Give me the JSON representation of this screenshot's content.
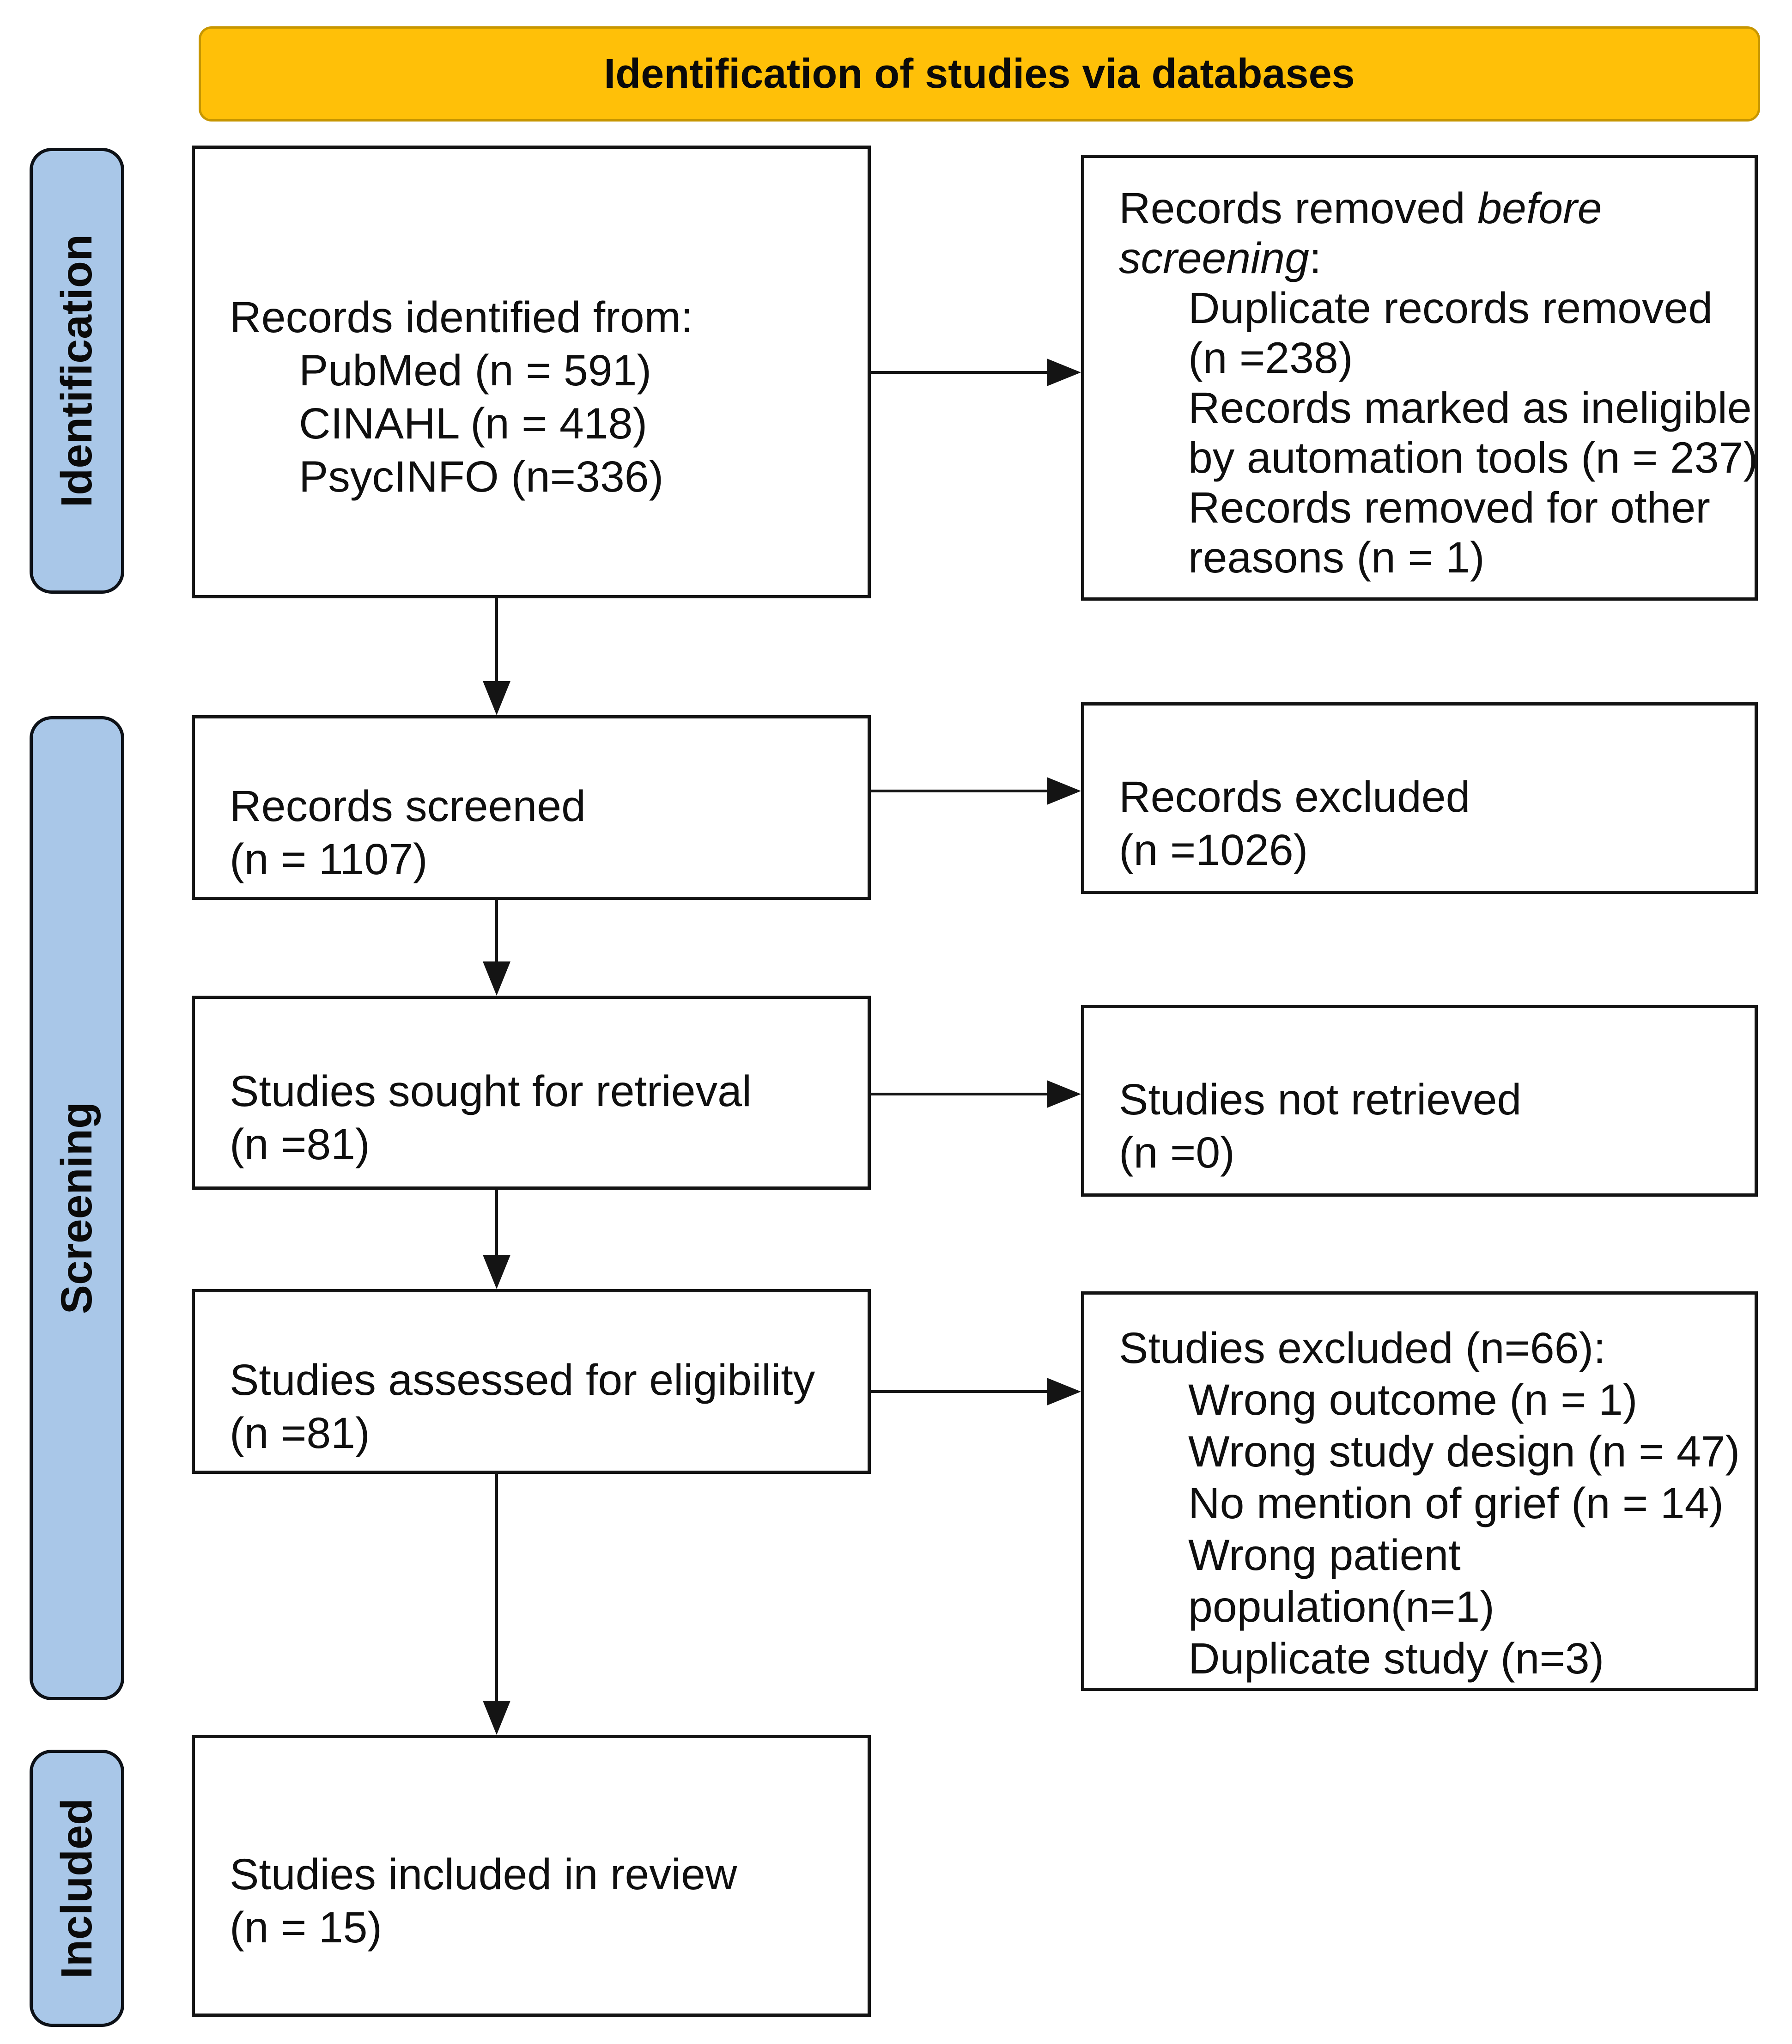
{
  "banner": {
    "title": "Identification of studies via databases"
  },
  "side_labels": {
    "identification": "Identification",
    "screening": "Screening",
    "included": "Included"
  },
  "boxes": {
    "identified": {
      "lines": [
        "Records identified from:",
        "PubMed (n = 591)",
        "CINAHL (n = 418)",
        "PsycINFO (n=336)"
      ]
    },
    "removed": {
      "lead_normal": "Records removed ",
      "lead_italic_line1": "before",
      "lead_italic_line2": "screening",
      "lead_colon": ":",
      "lines": [
        "Duplicate records removed",
        "(n =238)",
        "Records marked as ineligible",
        "by automation tools (n = 237)",
        "Records removed for other",
        "reasons (n = 1)"
      ]
    },
    "screened": {
      "lines": [
        "Records screened",
        "(n = 1107)"
      ]
    },
    "records_excluded": {
      "lines": [
        "Records excluded",
        "(n =1026)"
      ]
    },
    "sought": {
      "lines": [
        "Studies sought for retrieval",
        "(n =81)"
      ]
    },
    "not_retrieved": {
      "lines": [
        "Studies not retrieved",
        "(n =0)"
      ]
    },
    "assessed": {
      "lines": [
        "Studies assessed for eligibility",
        "(n =81)"
      ]
    },
    "studies_excluded": {
      "lines": [
        "Studies excluded (n=66):",
        "Wrong outcome (n = 1)",
        "Wrong study design (n = 47)",
        "No mention of grief (n = 14)",
        "Wrong patient",
        "population(n=1)",
        "Duplicate study (n=3)"
      ]
    },
    "included_in_review": {
      "lines": [
        "Studies included in review",
        "(n = 15)"
      ]
    }
  },
  "colors": {
    "banner_fill": "#FFC008",
    "banner_border": "#C79600",
    "label_fill": "#A9C7E8",
    "line_color": "#141414"
  }
}
